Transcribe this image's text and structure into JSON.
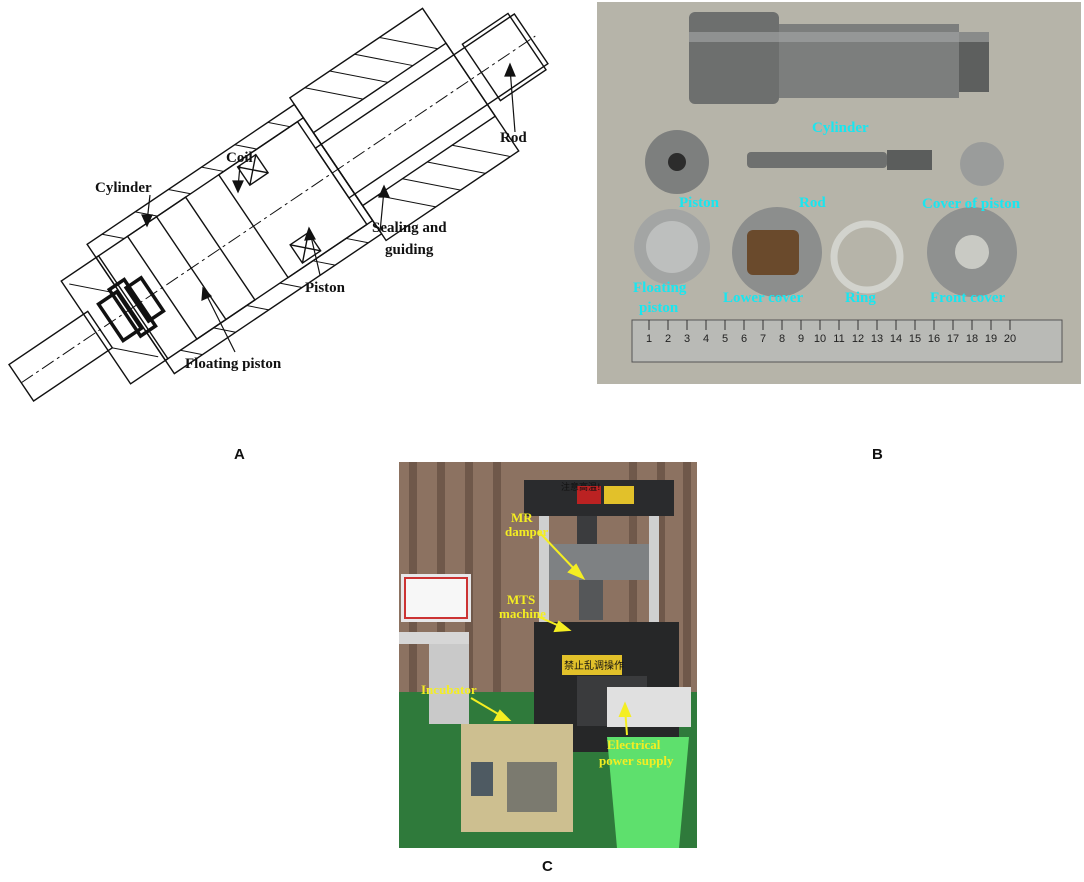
{
  "panel_a": {
    "letter": "A",
    "labels": {
      "rod": "Rod",
      "coil": "Coil",
      "cylinder": "Cylinder",
      "sealing_line1": "Sealing and",
      "sealing_line2": "guiding",
      "piston": "Piston",
      "floating_piston": "Floating piston"
    }
  },
  "panel_b": {
    "letter": "B",
    "labels": {
      "cylinder": "Cylinder",
      "piston": "Piston",
      "rod": "Rod",
      "cover_of_piston": "Cover of piston",
      "floating_line1": "Floating",
      "floating_line2": "piston",
      "lower_cover": "Lower cover",
      "ring": "Ring",
      "front_cover": "Front cover"
    },
    "ruler_numbers": [
      "1",
      "2",
      "3",
      "4",
      "5",
      "6",
      "7",
      "8",
      "9",
      "10",
      "11",
      "12",
      "13",
      "14",
      "15",
      "16",
      "17",
      "18",
      "19",
      "20"
    ]
  },
  "panel_c": {
    "letter": "C",
    "labels": {
      "mr_line1": "MR",
      "mr_line2": "damper",
      "mts_line1": "MTS",
      "mts_line2": "machine",
      "incubator": "Incubator",
      "power_line1": "Electrical",
      "power_line2": "power supply"
    },
    "signs": {
      "warning_top": "注意高温!",
      "warning_bottom": "禁止乱调操作"
    }
  },
  "colors": {
    "label_cyan": "#19e6f0",
    "label_yellow": "#f4ee22"
  }
}
